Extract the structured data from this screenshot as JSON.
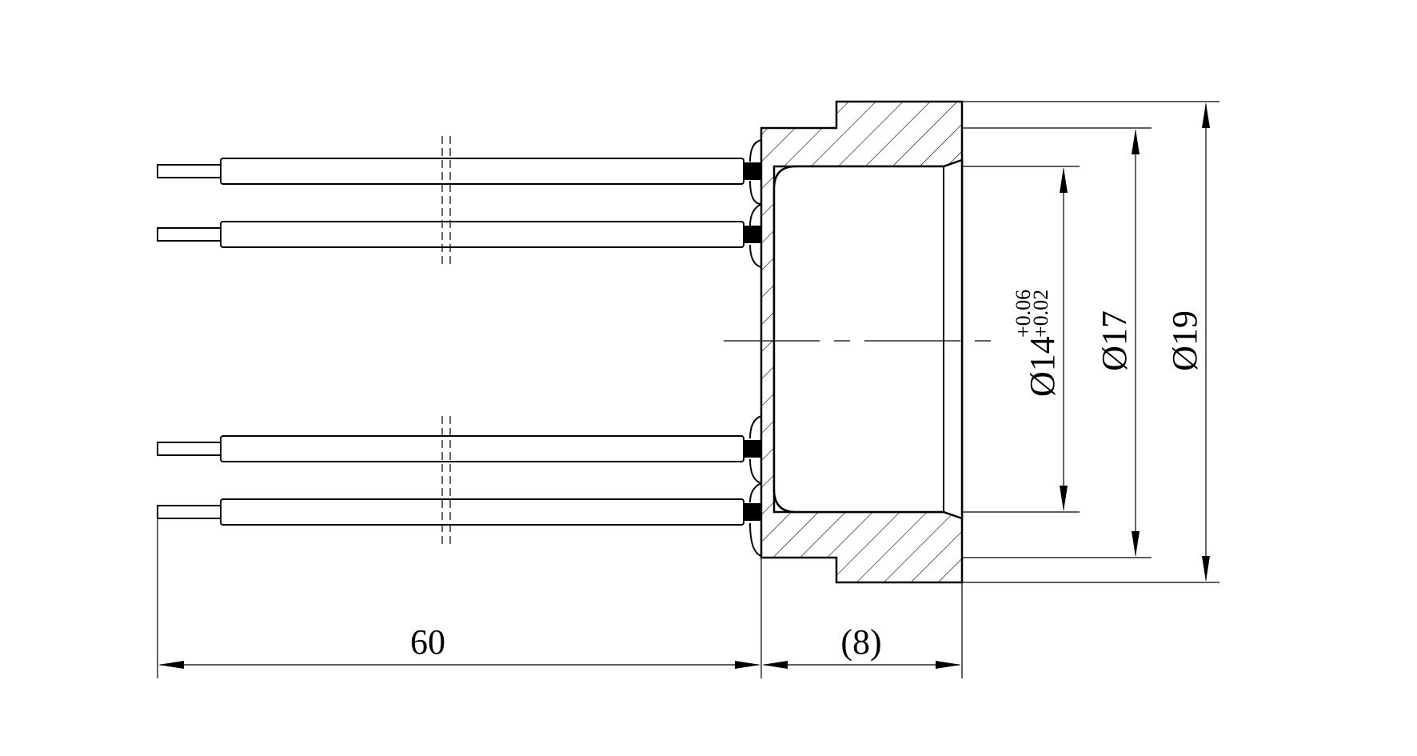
{
  "drawing": {
    "stroke_color": "#000000",
    "background": "#ffffff",
    "dimensions": {
      "length_label": "60",
      "body_length_label": "(8)",
      "bore_label": "Ø14",
      "bore_tol_upper": "+0.06",
      "bore_tol_lower": "+0.02",
      "mid_diameter_label": "Ø17",
      "outer_diameter_label": "Ø19"
    }
  }
}
